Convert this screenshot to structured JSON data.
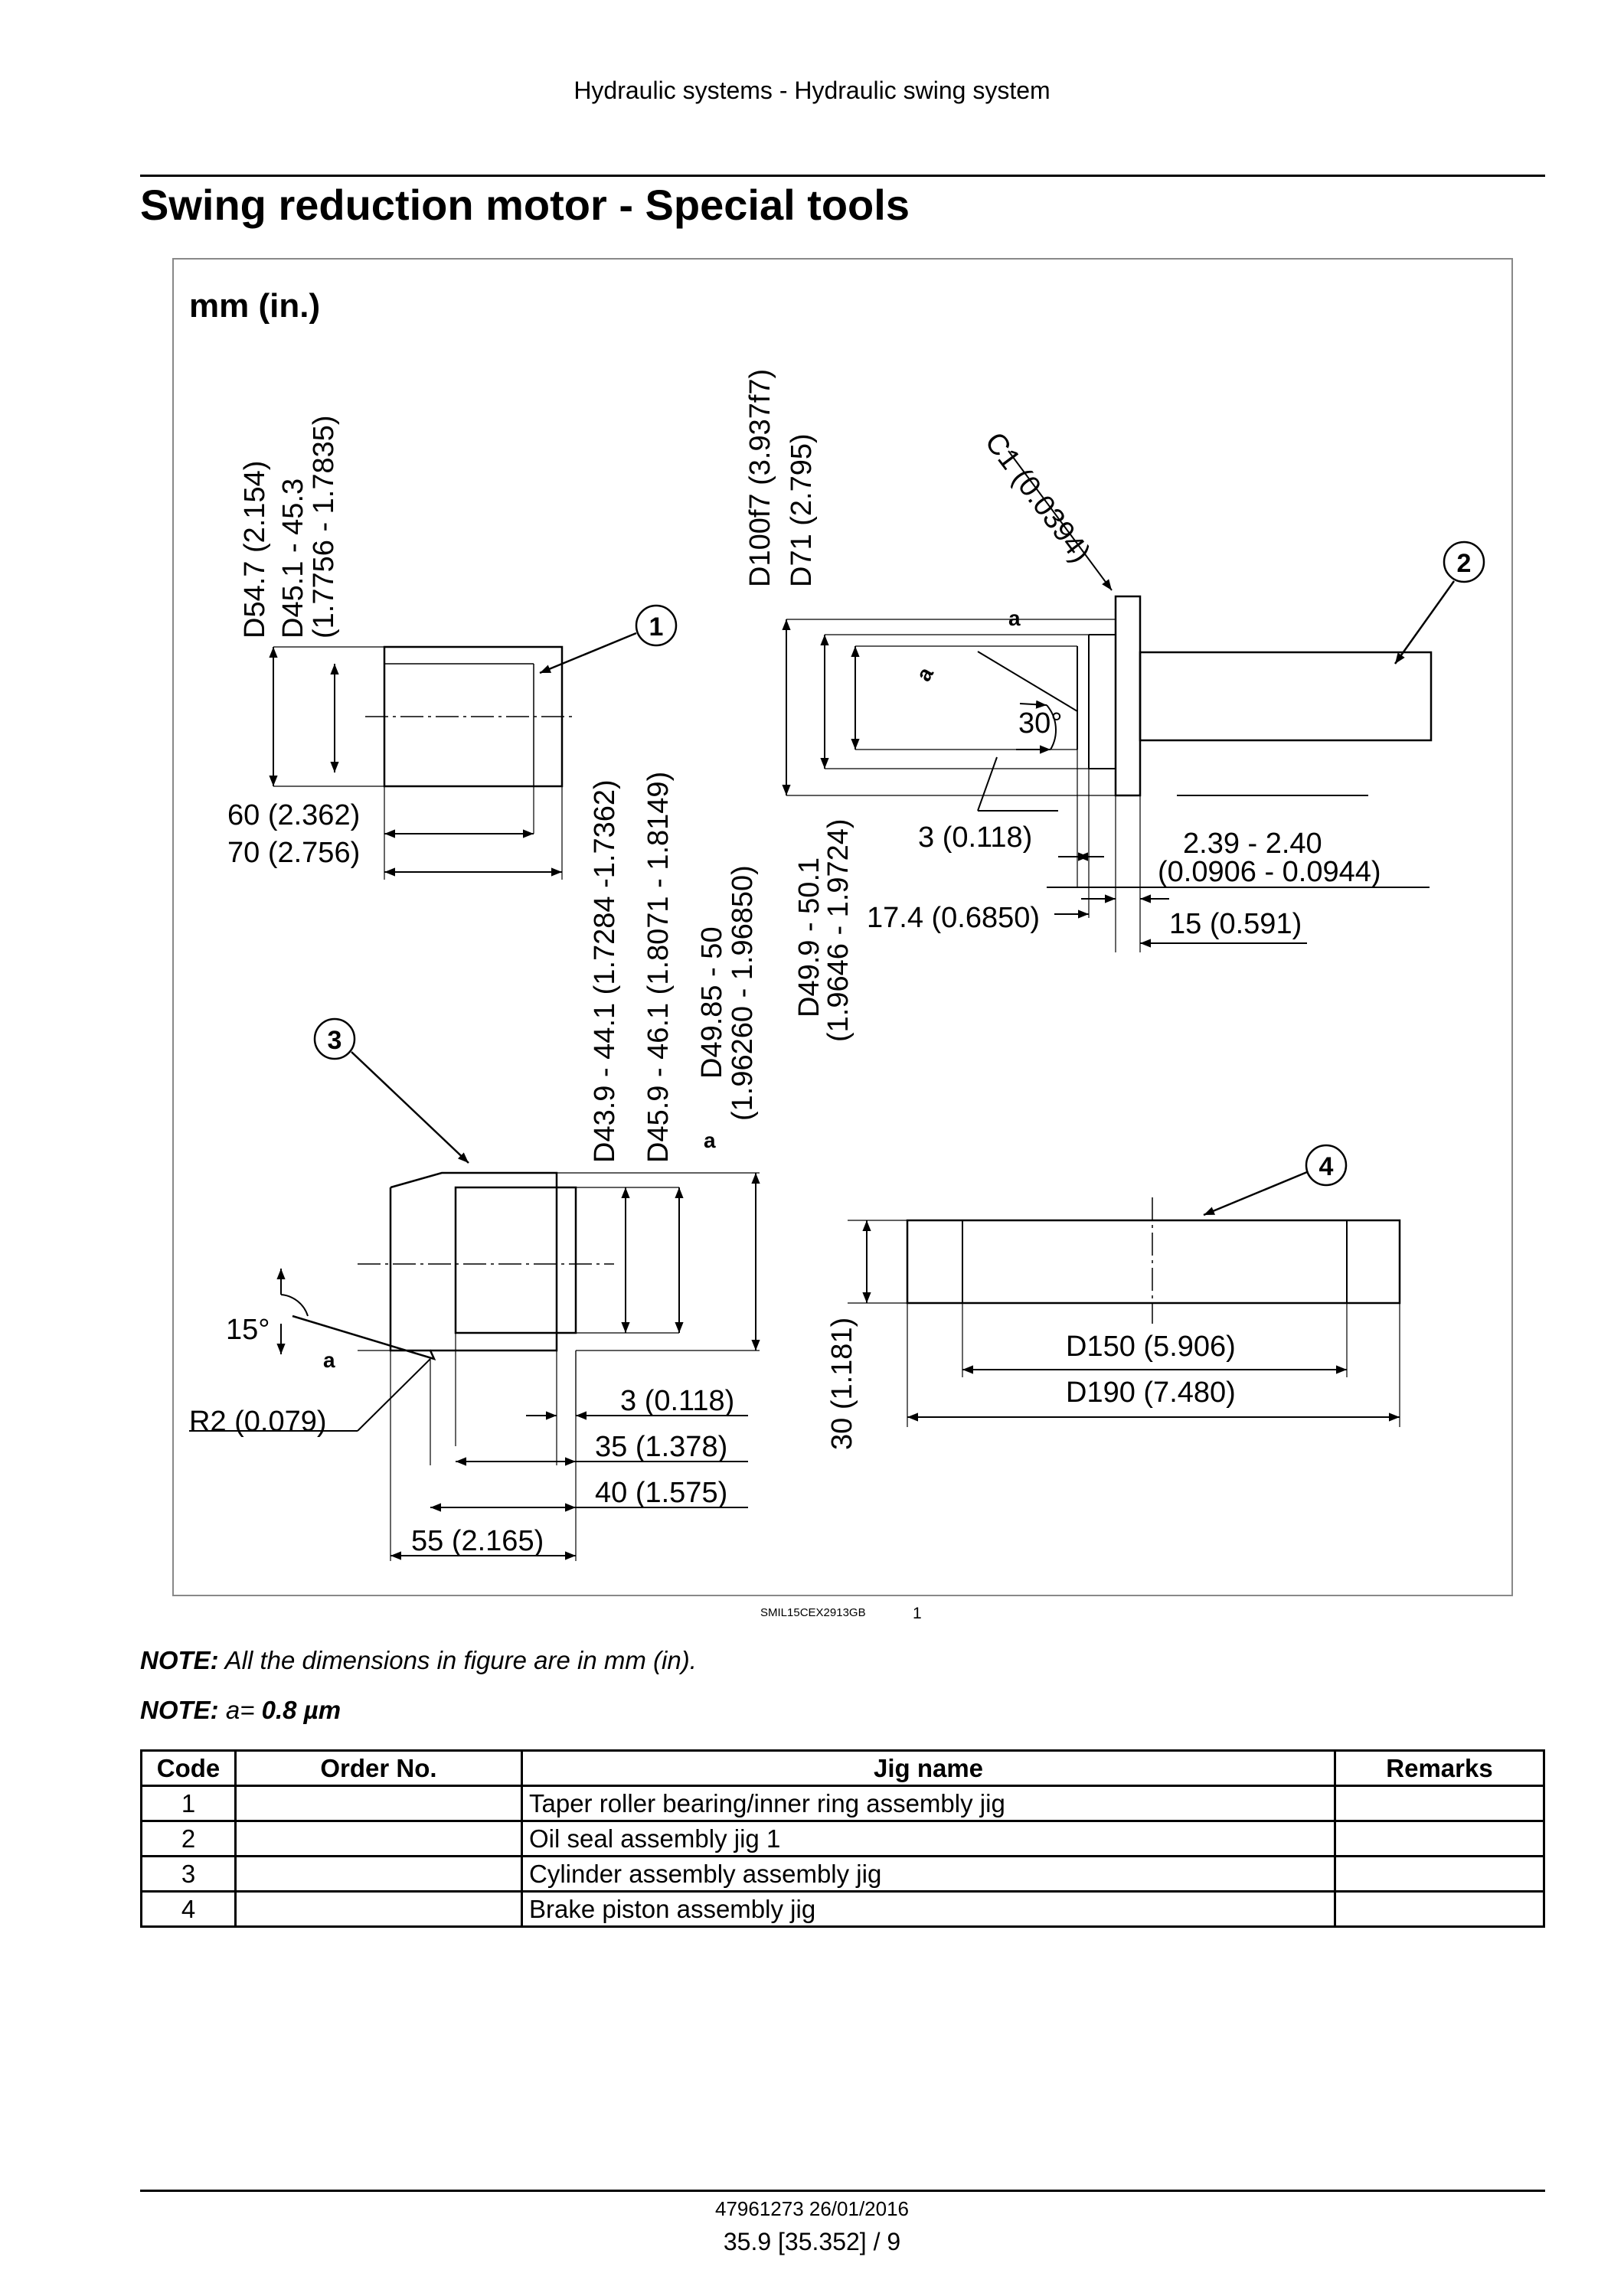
{
  "header": {
    "section": "Hydraulic systems - Hydraulic swing system"
  },
  "title": "Swing reduction motor - Special tools",
  "figure": {
    "units": "mm (in.)",
    "ref_code": "SMIL15CEX2913GB",
    "number": "1",
    "callouts": [
      "1",
      "2",
      "3",
      "4"
    ],
    "roughness_symbol": "a",
    "dims": {
      "d54_7": "D54.7 (2.154)",
      "d45_1": "D45.1 - 45.3",
      "d45_1_in": "(1.7756 - 1.7835)",
      "l60": "60 (2.362)",
      "l70": "70 (2.756)",
      "d100": "D100f7 (3.937f7)",
      "d71": "D71 (2.795)",
      "c1": "C1 (0.0394)",
      "angle30": "30°",
      "l3a": "3 (0.118)",
      "l239": "2.39 - 2.40",
      "l239_in": "(0.0906 - 0.0944)",
      "l17_4": "17.4 (0.6850)",
      "l15": "15 (0.591)",
      "d49_9": "D49.9 - 50.1",
      "d49_9_in": "(1.9646 - 1.9724)",
      "d43_9": "D43.9 - 44.1 (1.7284 -1.7362)",
      "d45_9": "D45.9 - 46.1 (1.8071 - 1.8149)",
      "d49_85": "D49.85 - 50",
      "d49_85_in": "(1.96260 - 1.96850)",
      "angle15": "15°",
      "r2": "R2 (0.079)",
      "l3b": "3 (0.118)",
      "l35": "35 (1.378)",
      "l40": "40 (1.575)",
      "l55": "55 (2.165)",
      "d150": "D150 (5.906)",
      "d190": "D190 (7.480)",
      "h30": "30 (1.181)"
    }
  },
  "notes": [
    {
      "label": "NOTE:",
      "text": "All the dimensions in figure are in mm (in).",
      "bold_value": ""
    },
    {
      "label": "NOTE:",
      "text": "a= ",
      "bold_value": "0.8 µm"
    }
  ],
  "table": {
    "headers": [
      "Code",
      "Order No.",
      "Jig name",
      "Remarks"
    ],
    "rows": [
      [
        "1",
        "",
        "Taper roller bearing/inner ring assembly jig",
        ""
      ],
      [
        "2",
        "",
        "Oil seal assembly jig 1",
        ""
      ],
      [
        "3",
        "",
        "Cylinder assembly assembly jig",
        ""
      ],
      [
        "4",
        "",
        "Brake piston assembly jig",
        ""
      ]
    ]
  },
  "footer": {
    "doc_id": "47961273 26/01/2016",
    "page": "35.9 [35.352] / 9"
  }
}
